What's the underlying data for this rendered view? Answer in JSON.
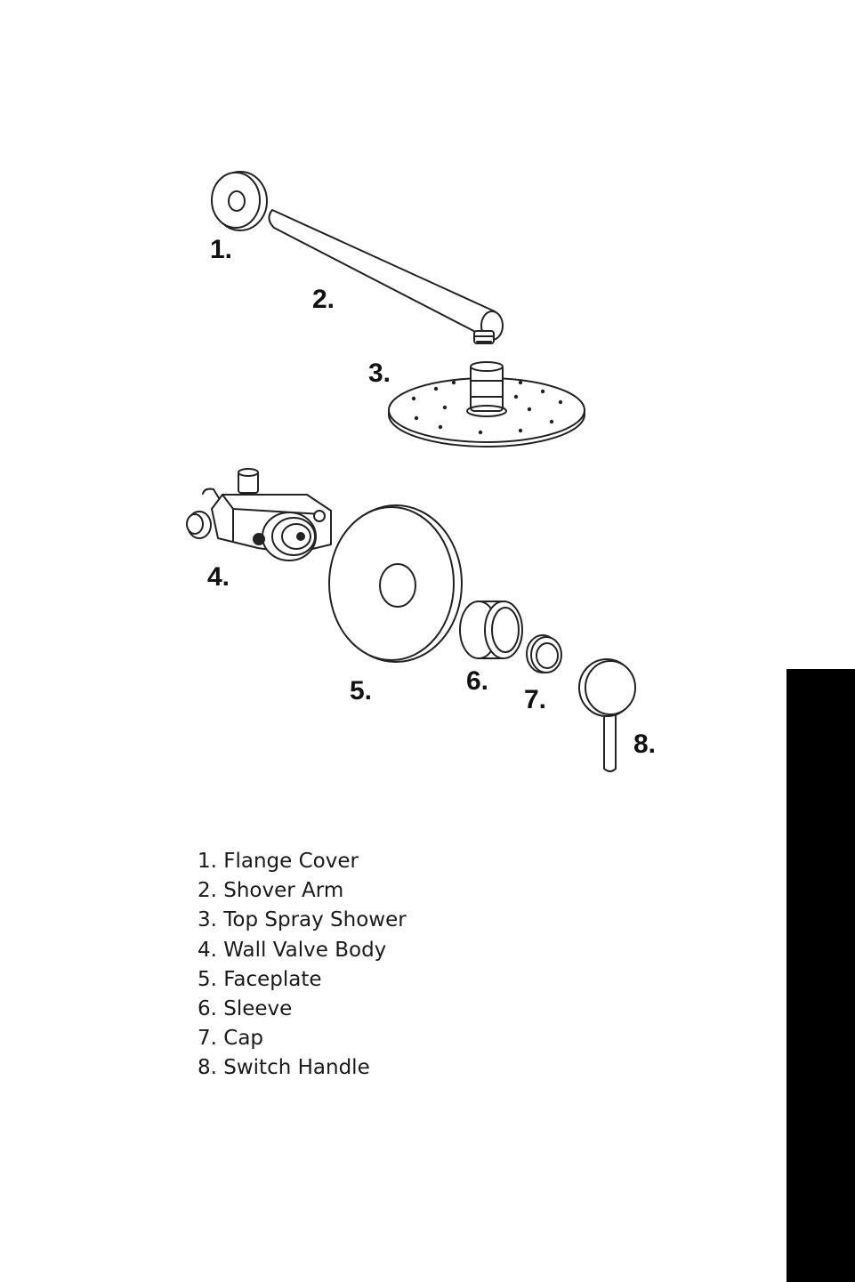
{
  "callouts": [
    "1.",
    "2.",
    "3.",
    "4.",
    "5.",
    "6.",
    "7.",
    "8."
  ],
  "legend": [
    "1. Flange Cover",
    "2. Shover Arm",
    "3. Top Spray Shower",
    "4. Wall Valve Body",
    "5. Faceplate",
    "6. Sleeve",
    "7. Cap",
    "8. Switch Handle"
  ],
  "colors": {
    "ink": "#111111",
    "tab": "#000000",
    "paper": "#ffffff"
  }
}
